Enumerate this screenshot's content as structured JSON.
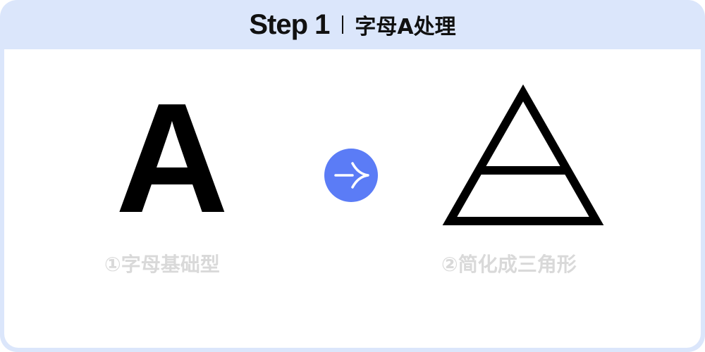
{
  "header": {
    "step": "Step 1",
    "title": "字母A处理"
  },
  "left": {
    "glyph": "A",
    "caption": "①字母基础型"
  },
  "right": {
    "caption": "②简化成三角形",
    "shape_icon": "triangle-with-crossbar-icon"
  },
  "arrow": {
    "icon": "merge-arrow-right-icon",
    "color": "#5b7cf6"
  },
  "colors": {
    "frame": "#dbe6fb",
    "panel": "#ffffff",
    "text": "#111111",
    "caption": "#d9d9d9"
  }
}
